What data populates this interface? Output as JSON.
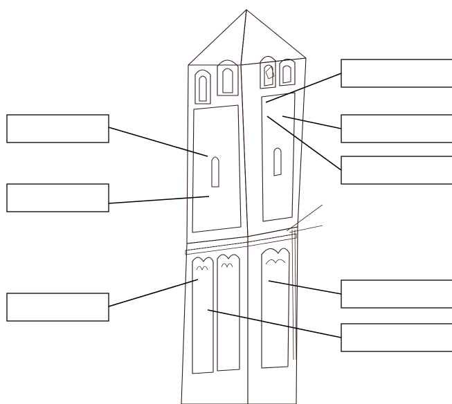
{
  "colors": {
    "tower_face_left": "#e2a98d",
    "tower_face_right": "#dc9f84",
    "roof": "#e8ac8f",
    "panel": "#d99c80",
    "outline": "#2b1a14",
    "label_border": "#000000"
  },
  "labels": [
    {
      "id": "left-1",
      "text": ""
    },
    {
      "id": "left-2",
      "text": ""
    },
    {
      "id": "left-3",
      "text": ""
    },
    {
      "id": "right-1",
      "text": ""
    },
    {
      "id": "right-2",
      "text": ""
    },
    {
      "id": "right-3",
      "text": ""
    },
    {
      "id": "right-4",
      "text": ""
    },
    {
      "id": "right-5",
      "text": ""
    }
  ]
}
